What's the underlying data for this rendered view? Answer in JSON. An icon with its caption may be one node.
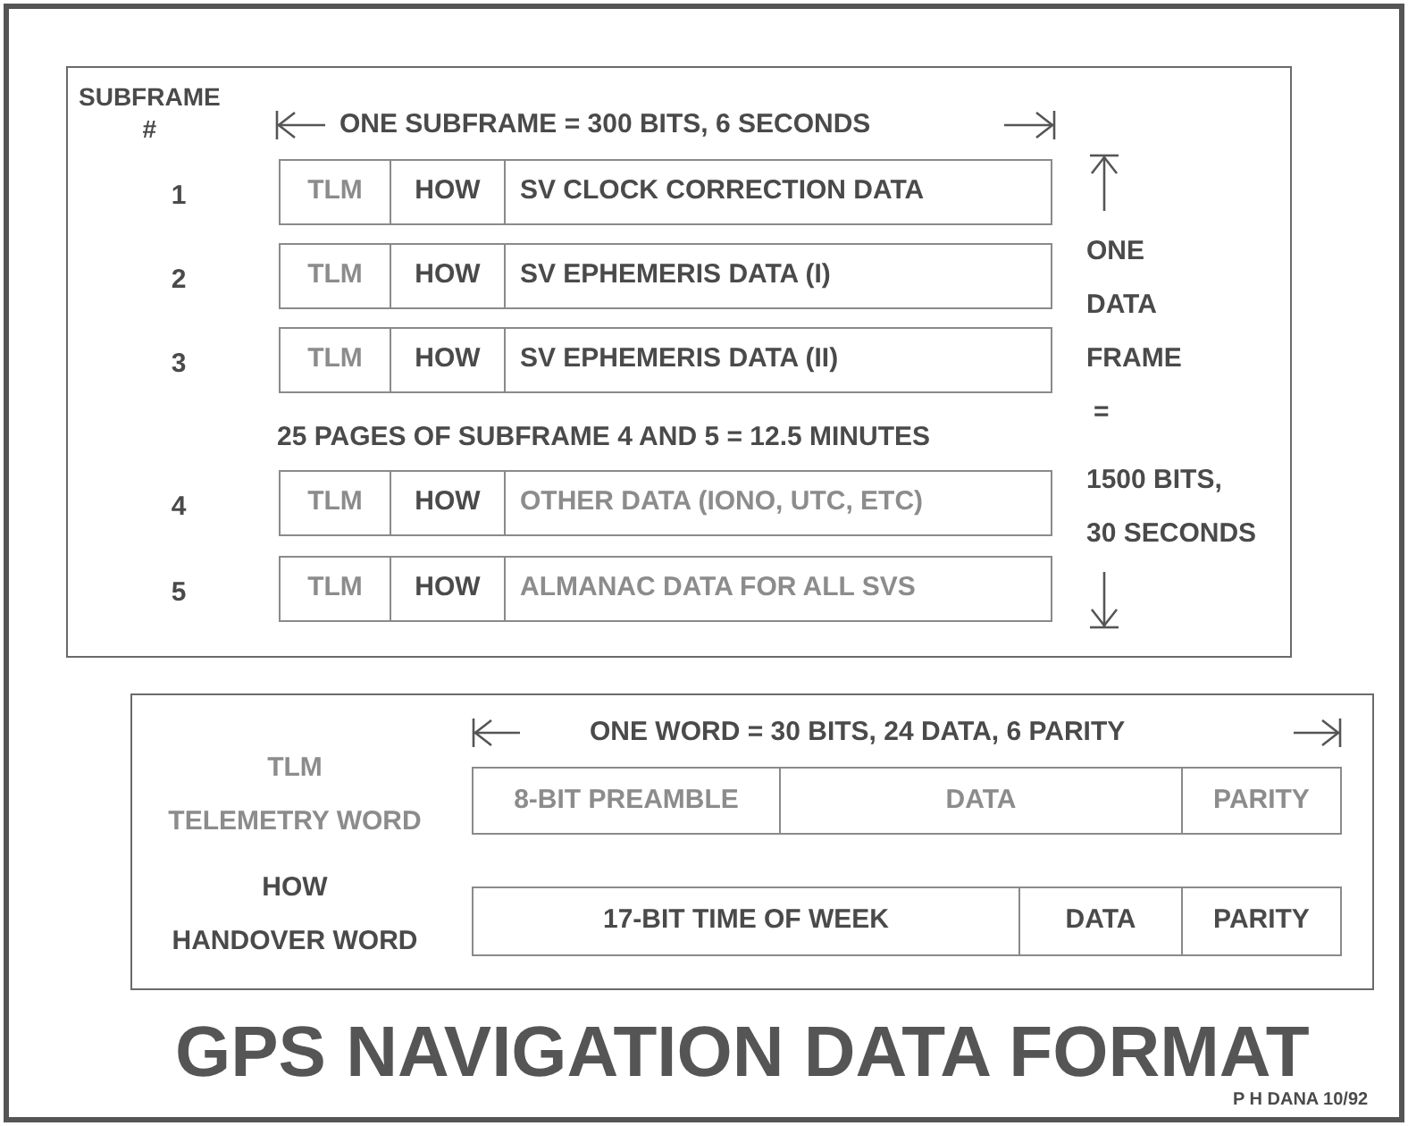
{
  "diagram": {
    "title": "GPS NAVIGATION DATA FORMAT",
    "nodes": [
      {
        "text": [],
        "shape": "box"
      },
      {
        "text": [
          "TLM"
        ],
        "in": 0
      },
      {
        "text": [
          "HOW"
        ],
        "in": 0
      },
      {
        "text": [
          "SV CLOCK CORRECTION DATA"
        ],
        "in": 0
      },
      {
        "text": [
          "TLM"
        ],
        "in": 0
      },
      {
        "text": [
          "HOW"
        ],
        "in": 0
      },
      {
        "text": [
          "SV EPHEMERIS DATA (I)"
        ],
        "in": 0
      },
      {
        "text": [
          "TLM"
        ],
        "in": 0
      },
      {
        "text": [
          "HOW"
        ],
        "in": 0
      },
      {
        "text": [
          "SV EPHEMERIS DATA (II)"
        ],
        "in": 0
      },
      {
        "text": [
          "TLM"
        ],
        "in": 0
      },
      {
        "text": [
          "HOW"
        ],
        "in": 0
      },
      {
        "text": [
          "OTHER DATA (IONO, UTC, ETC)"
        ],
        "in": 0
      },
      {
        "text": [
          "TLM"
        ],
        "in": 0
      },
      {
        "text": [
          "HOW"
        ],
        "in": 0
      },
      {
        "text": [
          "ALMANAC DATA FOR ALL SVS"
        ],
        "in": 0
      },
      {
        "text": [],
        "shape": "box"
      },
      {
        "text": [
          "8-BIT PREAMBLE"
        ],
        "in": 16
      },
      {
        "text": [
          "DATA"
        ],
        "in": 16
      },
      {
        "text": [
          "PARITY"
        ],
        "in": 16
      },
      {
        "text": [
          "17-BIT TIME OF WEEK"
        ],
        "in": 16
      },
      {
        "text": [
          "DATA"
        ],
        "in": 16
      },
      {
        "text": [
          "PARITY"
        ],
        "in": 16
      }
    ],
    "labels": [
      "SUBFRAME #",
      "ONE SUBFRAME = 300 BITS, 6 SECONDS",
      "1",
      "2",
      "3",
      "25 PAGES OF SUBFRAME 4 AND 5 = 12.5 MINUTES",
      "4",
      "5",
      "ONE DATA FRAME",
      "=",
      "1500 BITS,",
      "30 SECONDS",
      "ONE WORD = 30 BITS, 24 DATA, 6 PARITY",
      "TLM",
      "TELEMETRY WORD",
      "HOW",
      "HANDOVER WORD",
      "P H DANA 10/92"
    ]
  }
}
